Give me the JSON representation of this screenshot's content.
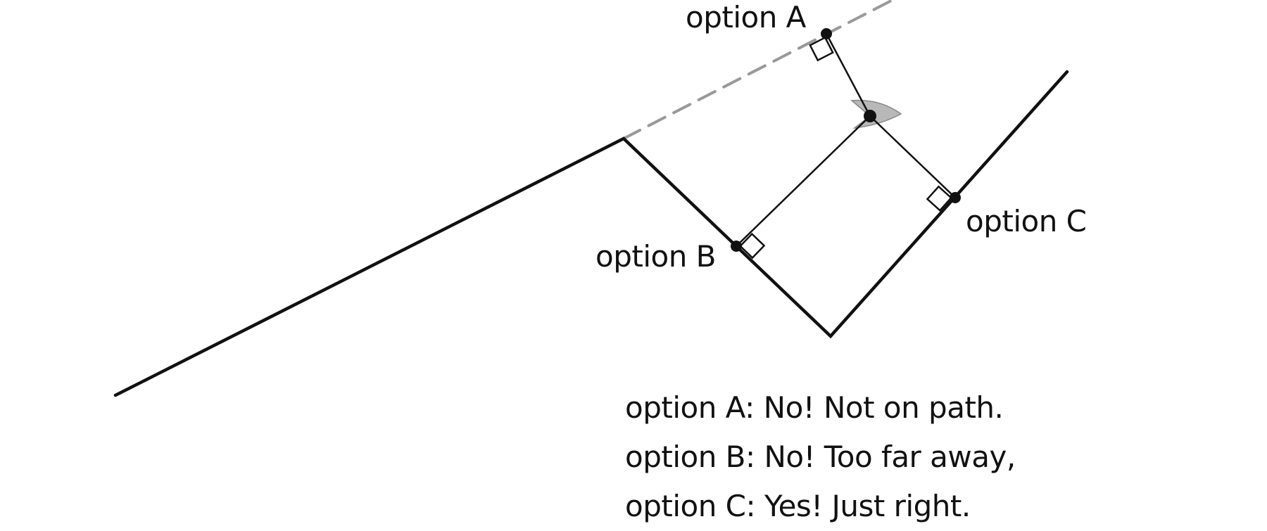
{
  "labels": {
    "option_a": "option A",
    "option_b": "option B",
    "option_c": "option C"
  },
  "caption": {
    "line_a": "option A: No! Not on path.",
    "line_b": "option B: No! Too far away,",
    "line_c": "option C: Yes! Just right."
  },
  "colors": {
    "ink": "#111111",
    "dashed_extension": "#999999",
    "view_cone": "#b8b8b8"
  }
}
